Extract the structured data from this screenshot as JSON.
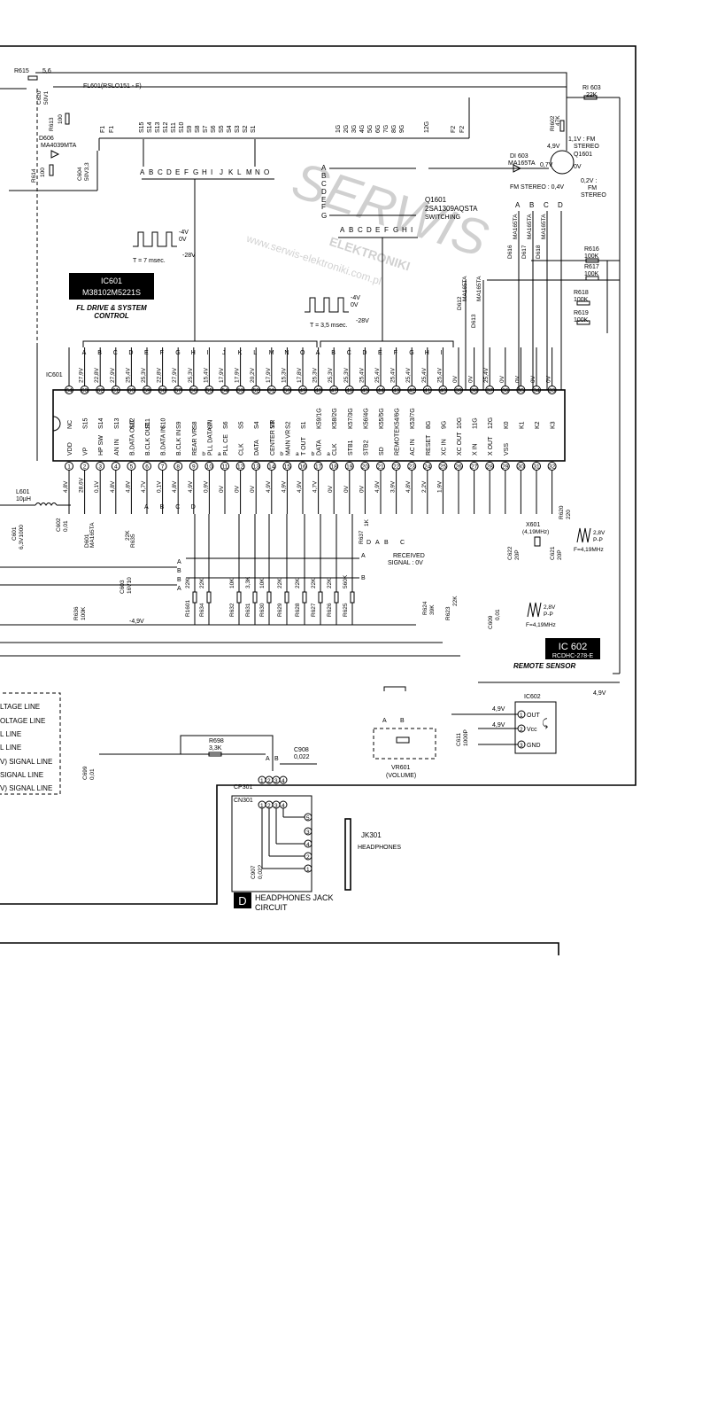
{
  "fl_block": {
    "title": "FL601(RSLO151 - F)",
    "r615": "R615",
    "r615_val": "5,6",
    "c620": "C620",
    "c620_val": "50V1",
    "r613": "R613",
    "r613_val": "100",
    "d606": "D606",
    "d606_type": "MA4039MTA",
    "r614": "R614",
    "r614_val": "100",
    "c604": "C604",
    "c604_val": "50V3,3",
    "grid_left_pins": [
      "F1",
      "F1",
      "S15",
      "S14",
      "S13",
      "S12",
      "S11",
      "S10",
      "S9",
      "S8",
      "S7",
      "S6",
      "S5",
      "S4",
      "S3",
      "S2",
      "S1"
    ],
    "grid_right_pins": [
      "1G",
      "2G",
      "3G",
      "4G",
      "5G",
      "6G",
      "7G",
      "8G",
      "9G",
      "12G",
      "F2",
      "F2"
    ],
    "seg_letters": [
      "A",
      "B",
      "C",
      "D",
      "E",
      "F",
      "G",
      "H",
      "I",
      "J",
      "K",
      "L",
      "M",
      "N",
      "O"
    ],
    "q_letters": [
      "A",
      "B",
      "C",
      "D",
      "E",
      "F",
      "G"
    ],
    "q_bottom_letters": [
      "A",
      "B",
      "C",
      "D",
      "E",
      "F",
      "G",
      "H",
      "I"
    ]
  },
  "q1601": {
    "name": "Q1601",
    "type": "2SA1309AQSTA",
    "function": "SWITCHING"
  },
  "fm_block": {
    "r1603": "RI 603",
    "r1603_val": "22K",
    "r1602": "RI602",
    "r1602_val": "47K",
    "v_fm": "1,1V : FM",
    "v_fm2": "STEREO",
    "v_49": "4,9V",
    "q1601": "Q1601",
    "v_07": "0,7V",
    "v_0": "0V",
    "v_02": "0,2V :",
    "v_fm3": "FM",
    "v_stereo": "STEREO",
    "d603": "DI 603",
    "d603_type": "MA165TA",
    "fm_stereo_label": "FM STEREO : 0,4V",
    "diode_cols": [
      "A",
      "B",
      "C",
      "D"
    ],
    "d616": "D616",
    "d617": "D617",
    "d618": "D618",
    "ma165": "MA165TA",
    "r616": "R616",
    "r616_val": "100K",
    "r617": "R617",
    "r617_val": "100K",
    "r618": "R618",
    "r618_val": "100K",
    "r619": "R619",
    "r619_val": "100K",
    "d612": "D612",
    "d613": "D613"
  },
  "waveforms": {
    "w1_hi": "-4V",
    "w1_lo": "0V",
    "w1_period": "T = 7 msec.",
    "w1_neg": "-28V",
    "w2_hi": "-4V",
    "w2_lo": "0V",
    "w2_period": "T = 3,5 msec.",
    "w2_neg": "-28V"
  },
  "ic601": {
    "badge_line1": "IC601",
    "badge_line2": "M38102M5221S",
    "caption_line1": "FL DRIVE & SYSTEM",
    "caption_line2": "CONTROL",
    "name": "IC601",
    "top_letters": [
      "A",
      "B",
      "C",
      "D",
      "E",
      "F",
      "G",
      "H",
      "I",
      "J",
      "K",
      "L",
      "M",
      "N",
      "O",
      "A",
      "B",
      "C",
      "D",
      "E",
      "F",
      "G",
      "H",
      "I"
    ],
    "top_volts": [
      "27,9V",
      "22,8V",
      "27,9V",
      "25,4V",
      "25,3V",
      "22,8V",
      "27,9V",
      "25,3V",
      "15,4V",
      "17,9V",
      "17,9V",
      "20,2V",
      "17,9V",
      "15,3V",
      "17,8V",
      "25,3V",
      "25,3V",
      "25,3V",
      "25,4V",
      "25,4V",
      "25,4V",
      "25,4V",
      "25,4V",
      "25,4V",
      "0V",
      "0V",
      "25,4V",
      "0V",
      "0V",
      "0V",
      "0V"
    ],
    "top_pins": [
      "NC",
      "S15",
      "S14",
      "S13",
      "S12",
      "S11",
      "S10",
      "S9",
      "S8",
      "S7",
      "S6",
      "S5",
      "S4",
      "S3",
      "S2",
      "S1",
      "K59/1G",
      "K58/2G",
      "K57/3G",
      "K56/4G",
      "K55/5G",
      "K54/6G",
      "K53/7G",
      "8G",
      "9G",
      "10G",
      "11G",
      "12G",
      "K0",
      "K1",
      "K2",
      "K3"
    ],
    "top_nums": [
      "64",
      "63",
      "62",
      "61",
      "60",
      "59",
      "58",
      "57",
      "56",
      "55",
      "54",
      "53",
      "52",
      "51",
      "50",
      "49",
      "48",
      "47",
      "46",
      "45",
      "44",
      "43",
      "42",
      "41",
      "40",
      "39",
      "38",
      "37",
      "36",
      "35",
      "34",
      "33"
    ],
    "bottom_pins": [
      "VDD",
      "VP",
      "HP SW",
      "AN IN",
      "B.DATA OUT",
      "B.CLK OUT",
      "B.DATA IN",
      "B.CLK IN",
      "REAR VR",
      "PLL DATA IN",
      "PLL CE",
      "CLK",
      "DATA",
      "CENTER VR",
      "MAIN VR",
      "T OUT",
      "DATA",
      "CLK",
      "STB1",
      "STB2",
      "SD",
      "REMOTE",
      "AC IN",
      "RESET",
      "XC IN",
      "XC OUT",
      "X IN",
      "X OUT",
      "VSS"
    ],
    "bottom_nums": [
      "1",
      "2",
      "3",
      "4",
      "5",
      "6",
      "7",
      "8",
      "9",
      "10",
      "11",
      "12",
      "13",
      "14",
      "15",
      "16",
      "17",
      "18",
      "19",
      "20",
      "21",
      "22",
      "23",
      "24",
      "25",
      "26",
      "27",
      "28",
      "29",
      "30",
      "31",
      "32"
    ],
    "bottom_volts": [
      "4,8V",
      "28,6V",
      "0,1V",
      "4,8V",
      "4,8V",
      "4,7V",
      "0,1V",
      "4,8V",
      "4,9V",
      "0,9V",
      "0V",
      "0V",
      "0V",
      "4,9V",
      "4,9V",
      "4,9V",
      "4,7V",
      "0V",
      "0V",
      "0V",
      "4,9V",
      "3,9V",
      "4,8V",
      "2,2V",
      "1,9V"
    ],
    "ab_letters": [
      "b",
      "a",
      "b",
      "a",
      "b",
      "a"
    ],
    "abcd": [
      "A",
      "B",
      "C",
      "D"
    ]
  },
  "left_parts": {
    "l601": "L601",
    "l601_val": "10µH",
    "c601": "C601",
    "c601_val": "6,3V1000",
    "c602": "C602",
    "c602_val": "0,01",
    "d601": "D601",
    "d601_type": "MA165TA",
    "r635": "R635",
    "r635_val": "22K",
    "c603": "C603",
    "c603_val": "16V10",
    "r636": "R636",
    "r636_val": "100K",
    "v_neg49": "-4,9V",
    "bus_letters": [
      "A",
      "B",
      "B",
      "A"
    ]
  },
  "resistor_row": {
    "names": [
      "R1601",
      "R634",
      "R632",
      "R631",
      "R630",
      "R629",
      "R628",
      "R627",
      "R626",
      "R625"
    ],
    "values": [
      "22K",
      "22K",
      "10K",
      "3,3K",
      "10K",
      "22K",
      "22K",
      "22K",
      "22K",
      "560K"
    ]
  },
  "mid_parts": {
    "r637": "R637",
    "r637_val": "1K",
    "dabc": [
      "D",
      "A",
      "B",
      "C"
    ],
    "received1": "RECEIVED",
    "received2": "SIGNAL : 0V",
    "bus_a": "A",
    "bus_b": "B",
    "r624": "R624",
    "r624_val": "39K",
    "r623": "R623",
    "r623_val": "22K",
    "c609": "C609",
    "c609_val": "0,01",
    "x601": "X601",
    "x601_freq": "(4,19MHz)",
    "c622": "C622",
    "c622_val": "20P",
    "c621": "C621",
    "c621_val": "20P",
    "r620": "R620",
    "r620_val": "220",
    "wave_pp1": "2,8V",
    "wave_pp1b": "P-P",
    "wave_f1": "F=4,19MHz",
    "wave_pp2": "2,8V",
    "wave_pp2b": "P-P",
    "wave_f2": "F=4,19MHz"
  },
  "ic602": {
    "badge_line1": "IC 602",
    "badge_line2": "RCDHC-278-E",
    "caption": "REMOTE  SENSOR",
    "name": "IC602",
    "v_top": "4,9V",
    "pins": [
      "OUT",
      "Vcc",
      "GND"
    ],
    "pin_nums": [
      "1",
      "2",
      "3"
    ],
    "v_out": "4,9V",
    "v_vcc": "4,9V",
    "c611": "C611",
    "c611_val": "1000P"
  },
  "vr601": {
    "letters": [
      "A",
      "B"
    ],
    "name": "VR601",
    "sub": "(VOLUME)"
  },
  "legend": {
    "lines": [
      "LTAGE LINE",
      "OLTAGE LINE",
      "L LINE",
      "L LINE",
      "V) SIGNAL LINE",
      "SIGNAL LINE",
      "V) SIGNAL LINE"
    ]
  },
  "headphones": {
    "r698": "R698",
    "r698_val": "3,3K",
    "ab": [
      "A",
      "B"
    ],
    "c908": "C908",
    "c908_val": "0,022",
    "c699": "C699",
    "c699_val": "0,01",
    "cp301": "CP301",
    "cn301": "CN301",
    "cp_pins": [
      "1",
      "2",
      "3",
      "4"
    ],
    "cn_pins": [
      "1",
      "2",
      "3",
      "4"
    ],
    "jack_pins": [
      "5",
      "3",
      "4",
      "2",
      "1"
    ],
    "jk301": "JK301",
    "jk301_sub": "HEADPHONES",
    "c907": "C907",
    "c907_val": "0,022",
    "badge": "D",
    "title1": "HEADPHONES JACK",
    "title2": "CIRCUIT"
  },
  "watermark": {
    "line1": "SERWIS",
    "line2": "ELEKTRONIKI",
    "url": "www.serwis-elektroniki.com.pl"
  }
}
